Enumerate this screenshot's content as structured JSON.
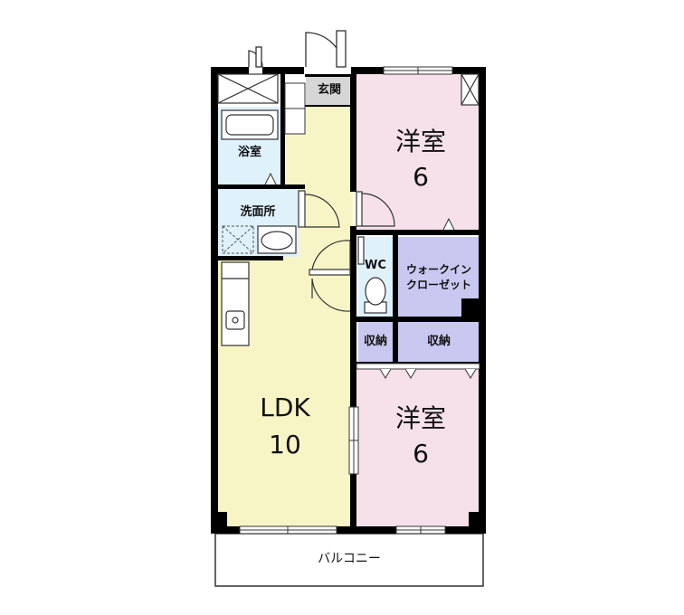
{
  "rooms": {
    "genkan": {
      "label": "玄関",
      "color": "#d6d6d6"
    },
    "bath": {
      "label": "浴室",
      "color": "#dff1fb"
    },
    "washroom": {
      "label": "洗面所",
      "color": "#dff1fb"
    },
    "ldk": {
      "label": "LDK",
      "size": "10",
      "color": "#f7f5c6"
    },
    "hallway": {
      "color": "#f7f5c6"
    },
    "bedroom_north": {
      "label": "洋室",
      "size": "6",
      "color": "#f6e1ea"
    },
    "bedroom_south": {
      "label": "洋室",
      "size": "6",
      "color": "#f6e1ea"
    },
    "wc": {
      "label": "WC",
      "color": "#dff1fb"
    },
    "walk_in_closet": {
      "label_line1": "ウォークイン",
      "label_line2": "クローゼット",
      "color": "#c9c8f0"
    },
    "storage_left": {
      "label": "収納",
      "color": "#c9c8f0"
    },
    "storage_right": {
      "label": "収納",
      "color": "#c9c8f0"
    },
    "balcony": {
      "label": "バルコニー",
      "color": "#ffffff"
    }
  },
  "colors": {
    "wall": "#000000",
    "line": "#333333"
  }
}
